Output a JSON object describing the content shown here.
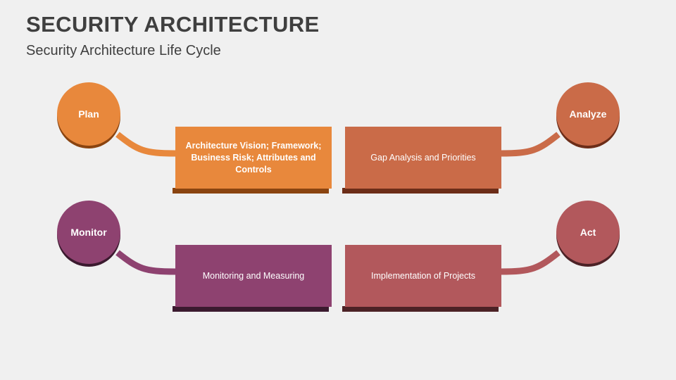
{
  "slide": {
    "title": "SECURITY ARCHITECTURE",
    "subtitle": "Security Architecture Life Cycle",
    "background_color": "#f0f0f0",
    "title_color": "#3f3f3f"
  },
  "palette": {
    "plan": "#e8883c",
    "plan_shadow": "#8a4410",
    "analyze": "#ca6b48",
    "analyze_shadow": "#6c2d18",
    "monitor": "#8e4270",
    "monitor_shadow": "#3b1a2f",
    "act": "#b2585c",
    "act_shadow": "#4c2226"
  },
  "nodes": [
    {
      "id": "plan",
      "circle_label": "Plan",
      "box_label": "Architecture Vision; Framework; Business Risk; Attributes and Controls",
      "color": "#e8883c",
      "shadow_color": "#8a4410"
    },
    {
      "id": "analyze",
      "circle_label": "Analyze",
      "box_label": "Gap Analysis and Priorities",
      "color": "#ca6b48",
      "shadow_color": "#6c2d18"
    },
    {
      "id": "monitor",
      "circle_label": "Monitor",
      "box_label": "Monitoring and Measuring",
      "color": "#8e4270",
      "shadow_color": "#3b1a2f"
    },
    {
      "id": "act",
      "circle_label": "Act",
      "box_label": "Implementation of Projects",
      "color": "#b2585c",
      "shadow_color": "#4c2226"
    }
  ]
}
